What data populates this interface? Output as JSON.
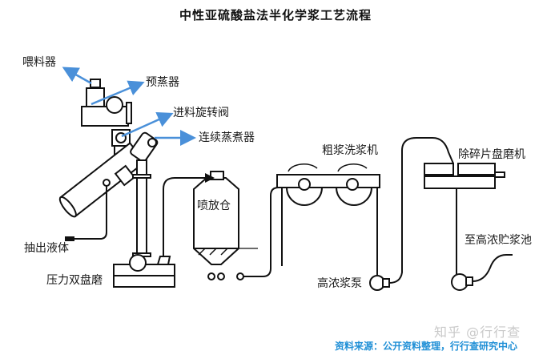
{
  "title": "中性亚硫酸盐法半化学浆工艺流程",
  "labels": {
    "feeder": "喂料器",
    "pre_steamer": "预蒸器",
    "rotary_valve": "进料旋转阀",
    "continuous_digester": "连续蒸煮器",
    "liquor_extraction": "抽出液体",
    "double_disc_refiner": "压力双盘磨",
    "blow_tank": "喷放仓",
    "brown_stock_washer": "粗浆洗浆机",
    "high_consistency_pump": "高浓浆泵",
    "shive_disc_refiner": "除碎片盘磨机",
    "to_hd_storage": "至高浓贮浆池"
  },
  "watermark": "知乎 @行行查",
  "source": "资料来源：公开资料整理，行行查研究中心",
  "colors": {
    "arrow": "#4a90d9",
    "line": "#111111",
    "source_text": "#1f8fd6"
  }
}
